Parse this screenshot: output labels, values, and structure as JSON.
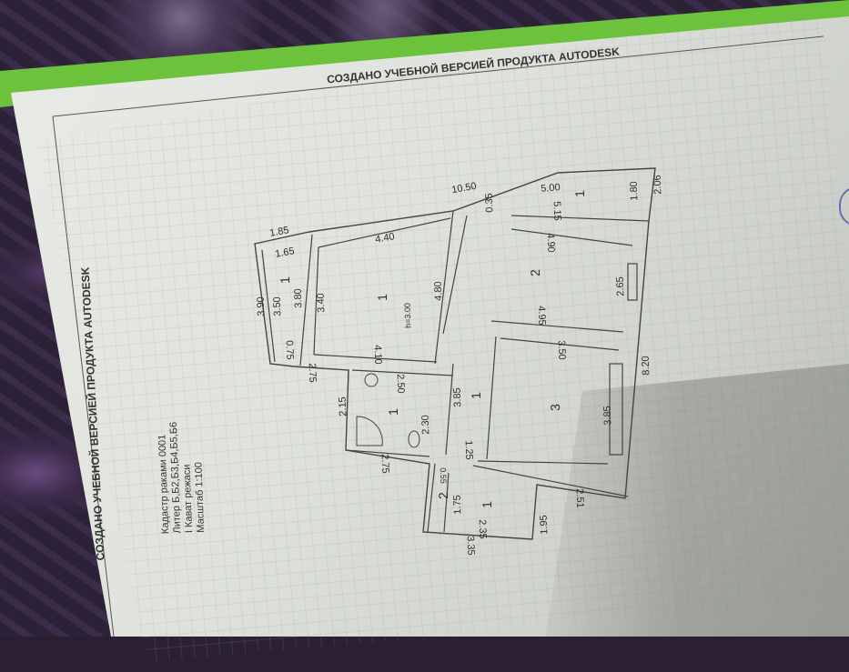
{
  "watermark": "СОЗДАНО УЧЕБНОЙ ВЕРСИЕЙ ПРОДУКТА AUTODESK",
  "info": {
    "cadastre": "Кадастр раками 0001",
    "liter": "Литер Б,Б2,Б3,Б4,Б5,Б6",
    "floor_plan": "I Кават режаси",
    "scale": "Масштаб 1:100"
  },
  "plan": {
    "height_note": "h=3.00",
    "labels": [
      "10.50",
      "1.85",
      "1.65",
      "3.90",
      "3.50",
      "1",
      "3.80",
      "3.40",
      "4.40",
      "1",
      "4.80",
      "0.75",
      "4.10",
      "2.75",
      "2.50",
      "2.15",
      "1",
      "2.30",
      "3.85",
      "1",
      "2.75",
      "1.25",
      "0.55",
      "2",
      "1.75",
      "1",
      "2.35",
      "3.35",
      "1.95",
      "2.51",
      "3",
      "3.85",
      "3.50",
      "8.20",
      "4.95",
      "2.65",
      "2",
      "4.90",
      "5.15",
      "5.00",
      "1",
      "0.35",
      "1.80",
      "2.06"
    ]
  },
  "colors": {
    "cover": "#6cc23a",
    "paper": "#e3e6e0",
    "fabric": "#2a1f33"
  }
}
